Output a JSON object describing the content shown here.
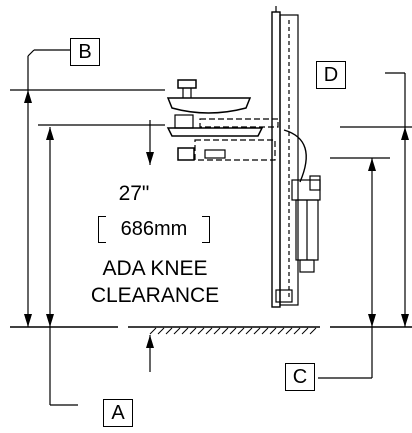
{
  "labels": {
    "a": "A",
    "b": "B",
    "c": "C",
    "d": "D"
  },
  "clearance": {
    "inches": "27\"",
    "mm": "686mm",
    "line1": "ADA KNEE",
    "line2": "CLEARANCE"
  }
}
